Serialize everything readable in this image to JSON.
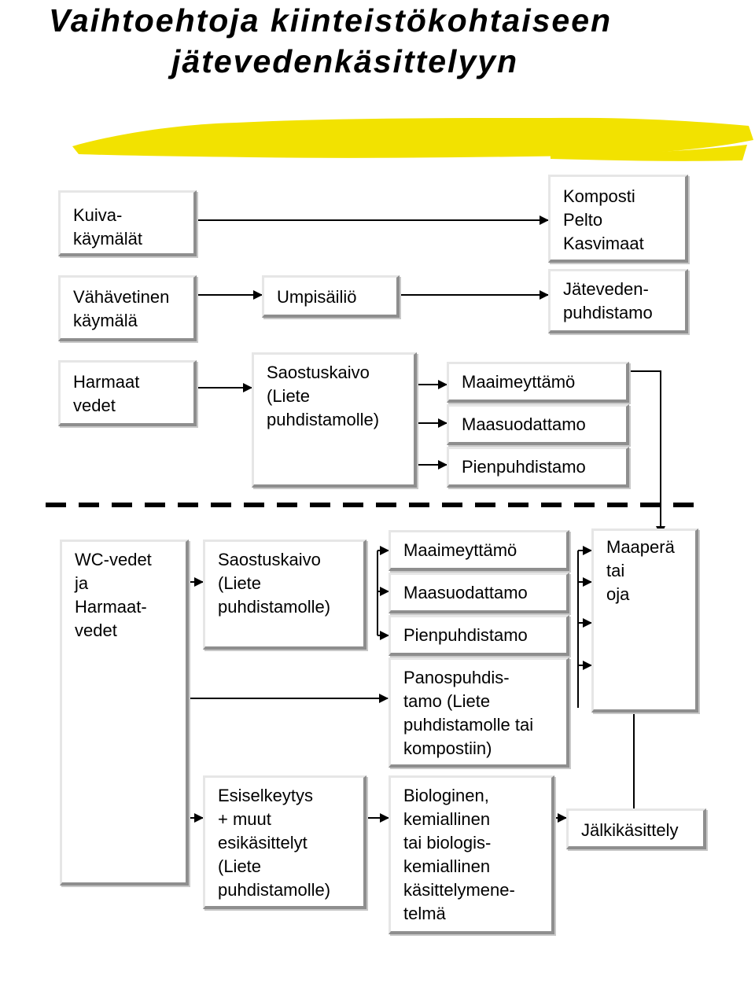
{
  "title": {
    "line1": "Vaihtoehtoja kiinteistökohtaiseen",
    "line2": "jätevedenkäsittelyyn"
  },
  "boxes": {
    "kuivakaymalat": "Kuiva-\nkäymälät",
    "kompost": "Komposti\nPelto\nKasvimaat",
    "vahavetinen": "Vähävetinen\nkäymälä",
    "umpisailio": "Umpisäiliö",
    "jatevedenpuhdistamo": "Jäteveden-\npuhdistamo",
    "harmaat_vedet": "Harmaat\nvedet",
    "saostuskaivo_top": "Saostuskaivo\n(Liete\npuhdistamolle)",
    "maaimeyttamo_top": "Maaimeyttämö",
    "maasuodattamo_top": "Maasuodattamo",
    "pienpuhdistamo_top": "Pienpuhdistamo",
    "wc_vedet": "WC-vedet\nja\nHarmaat-\nvedet",
    "saostuskaivo_bottom": "Saostuskaivo\n(Liete\npuhdistamolle)",
    "maaimeyttamo_bottom": "Maaimeyttämö",
    "maasuodattamo_bottom": "Maasuodattamo",
    "pienpuhdistamo_bottom": "Pienpuhdistamo",
    "maapera": "Maaperä\ntai\noja",
    "panospuhdistamo": "Panospuhdis-\ntamo (Liete\npuhdistamolle tai\nkompostiin)",
    "esiselkeytys": "Esiselkeytys\n+ muut\nesikäsittelyt\n(Liete\npuhdistamolle)",
    "biologinen": "Biologinen,\nkemiallinen\ntai biologis-\nkemiallinen\nkäsittelymene-\ntelmä",
    "jalkikasittely": "Jälkikäsittely"
  },
  "colors": {
    "brush": "#f2e200",
    "box_shadow": "#8e8e8e",
    "box_highlight": "#e6e6e6",
    "line": "#000000"
  }
}
